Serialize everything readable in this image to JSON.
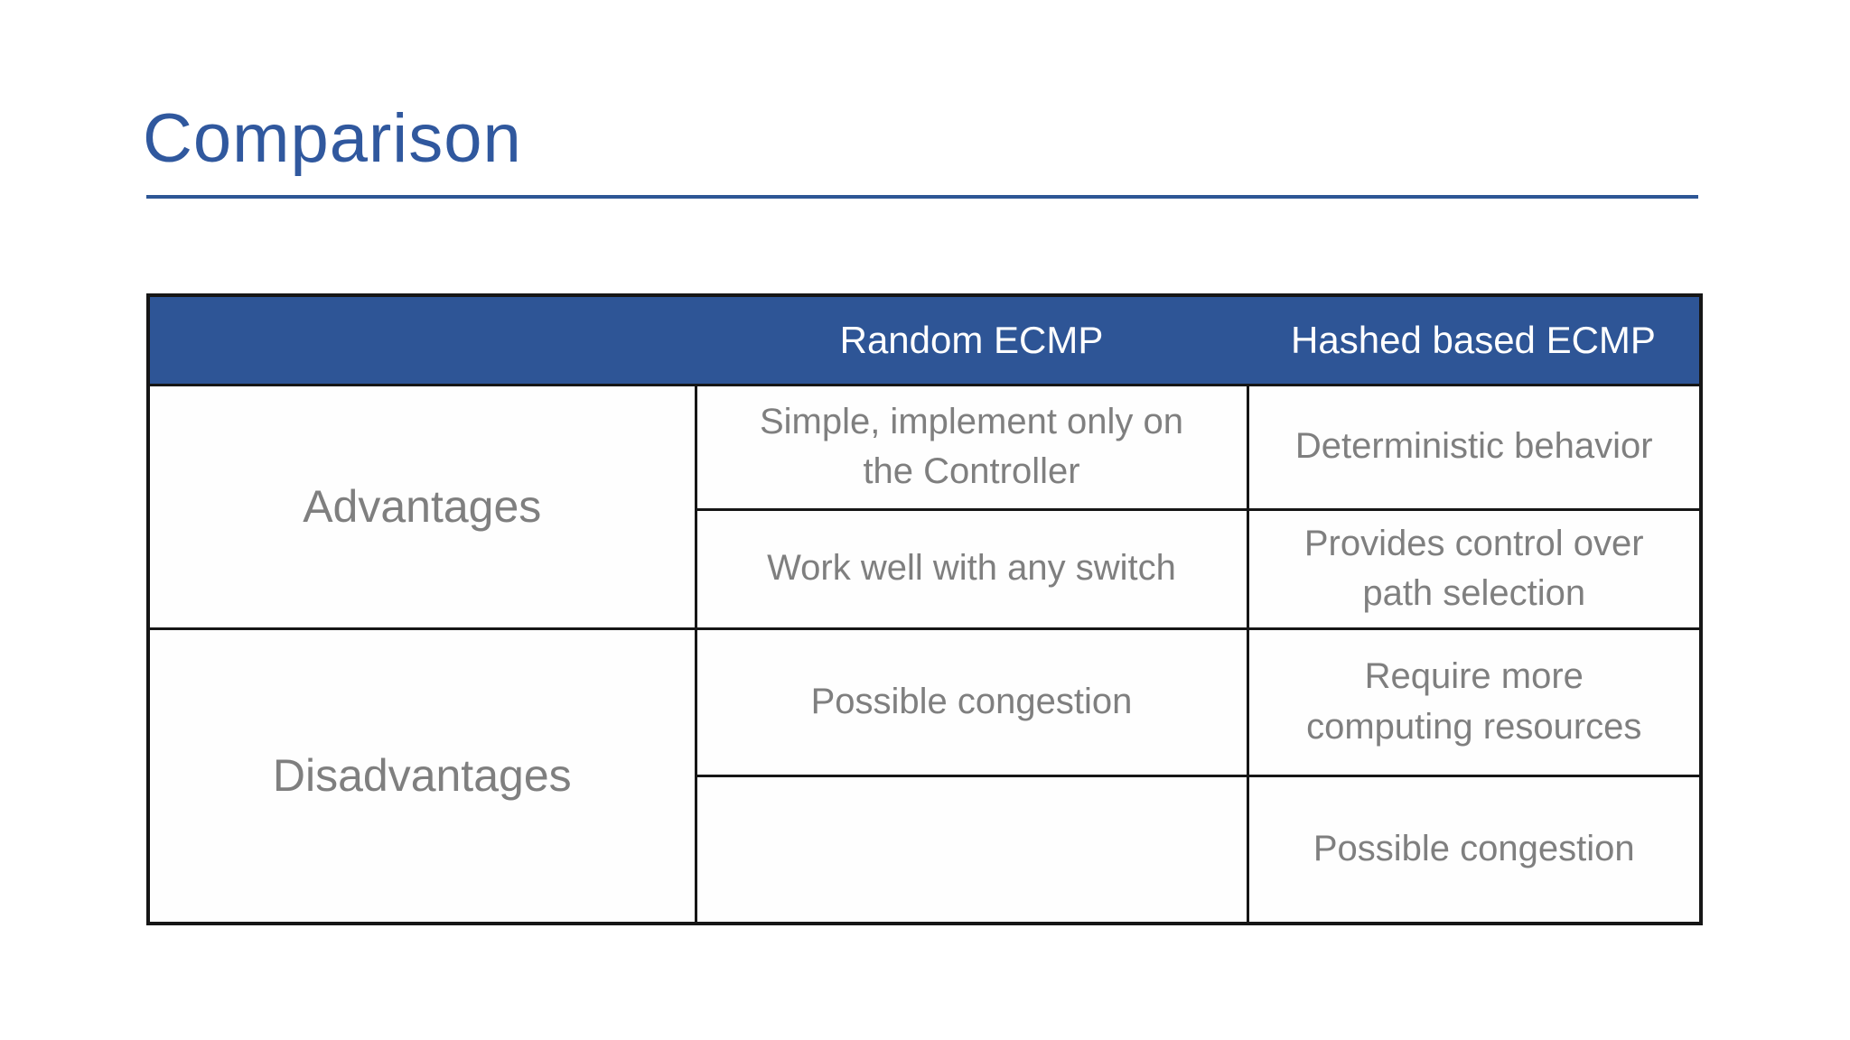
{
  "slide": {
    "title": "Comparison"
  },
  "table": {
    "header": {
      "corner": "",
      "random": "Random ECMP",
      "hashed": "Hashed based ECMP"
    },
    "advantages": {
      "label": "Advantages",
      "random_1": "Simple, implement only on the Controller",
      "hashed_1": "Deterministic behavior",
      "random_2": "Work well with any switch",
      "hashed_2": "Provides control over path selection"
    },
    "disadvantages": {
      "label": "Disadvantages",
      "random_1": "Possible congestion",
      "hashed_1": "Require more computing resources",
      "random_2": "",
      "hashed_2": "Possible congestion"
    }
  },
  "colors": {
    "title_blue": "#30589e",
    "underline_blue": "#2d5695",
    "header_bg_blue": "#2e5596",
    "header_text": "#ffffff",
    "cell_text_gray": "#7f7f7f",
    "border_black": "#161616",
    "background": "#ffffff"
  }
}
